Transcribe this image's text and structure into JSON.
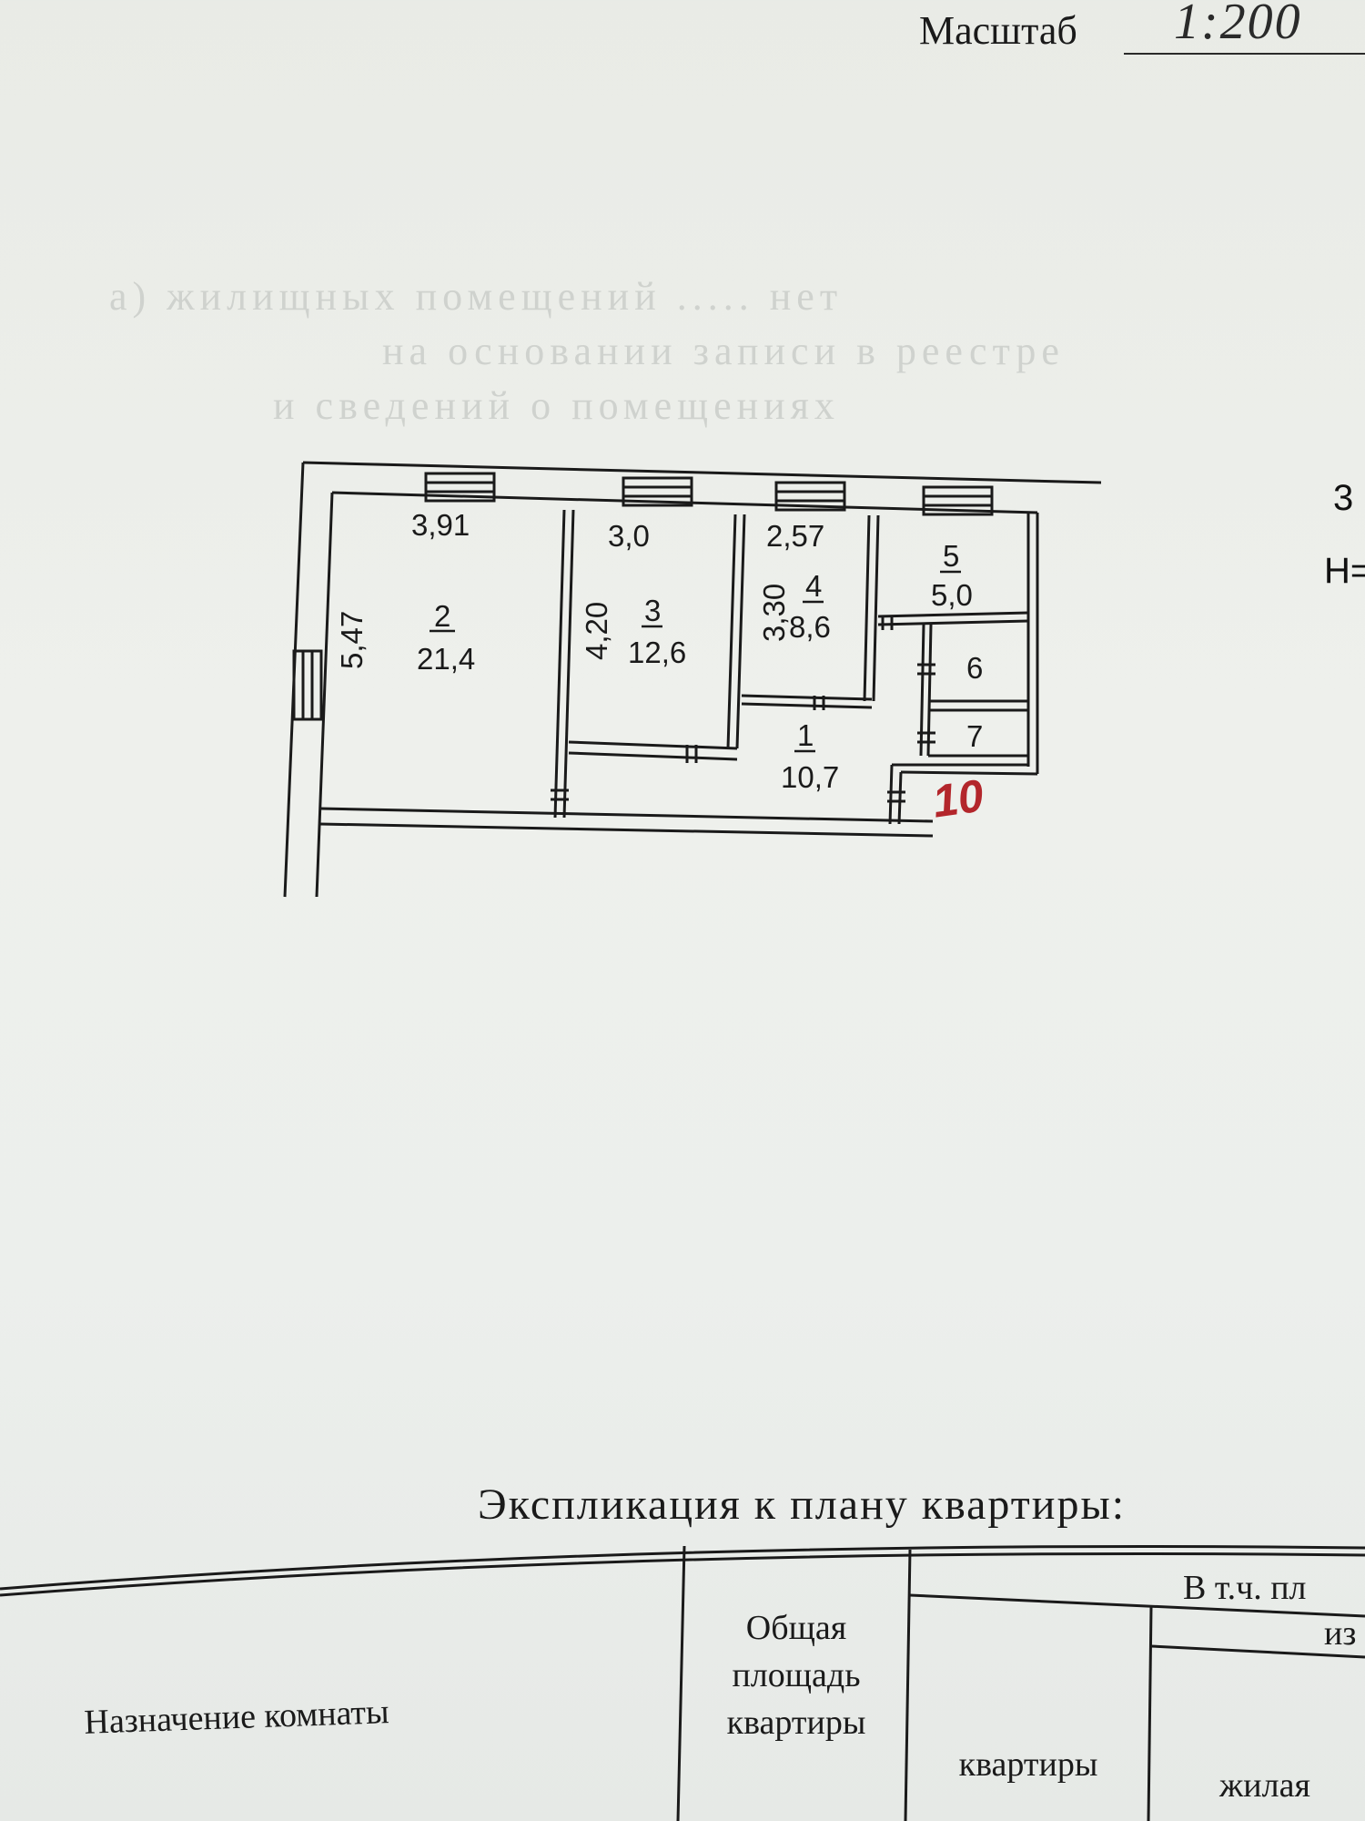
{
  "header": {
    "scale_label": "Масштаб",
    "scale_value": "1:200"
  },
  "margin_text": {
    "top_right": "3",
    "mid_right": "Н="
  },
  "plan": {
    "rooms": [
      {
        "number": "2",
        "area": "21,4"
      },
      {
        "number": "3",
        "area": "12,6"
      },
      {
        "number": "4",
        "area": "8,6"
      },
      {
        "number": "5",
        "area": "5,0"
      },
      {
        "number": "6",
        "area": ""
      },
      {
        "number": "7",
        "area": ""
      },
      {
        "number": "1",
        "area": "10,7"
      }
    ],
    "dimensions": {
      "d_391": "3,91",
      "d_547": "5,47",
      "d_30": "3,0",
      "d_420": "4,20",
      "d_257": "2,57",
      "d_330": "3,30"
    },
    "handwritten_mark": "10",
    "mark_color": "#b3262b"
  },
  "explication": {
    "title": "Экспликация к плану квартиры:",
    "col_purpose": "Назначение комнаты",
    "col_total": "Общая площадь квартиры",
    "col_including": "В т.ч. пл",
    "col_apartment": "квартиры",
    "col_sub": "из",
    "col_living": "жилая"
  }
}
